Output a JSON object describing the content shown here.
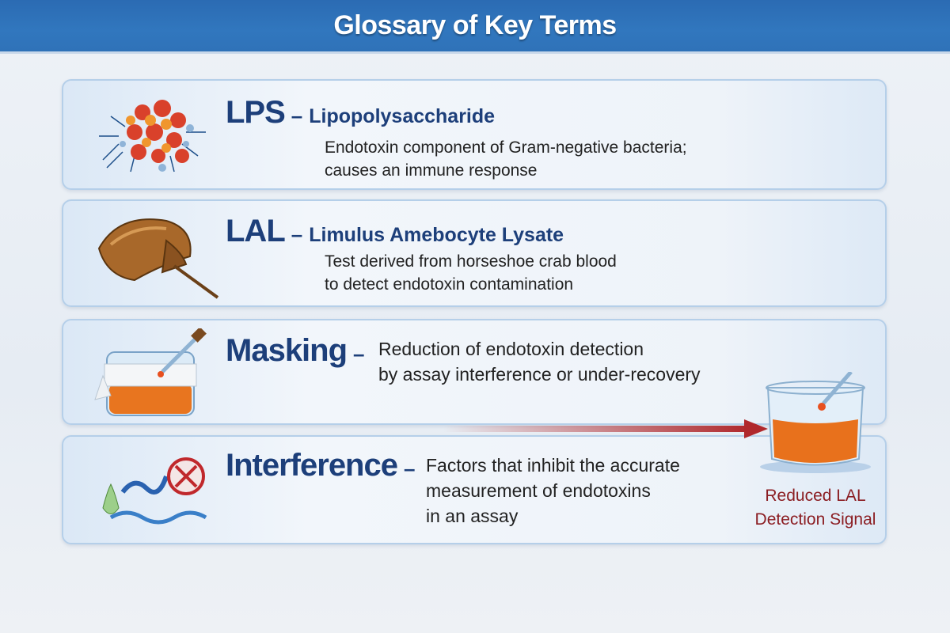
{
  "title": "Glossary of Key Terms",
  "terms": [
    {
      "abbr": "LPS",
      "dash": "–",
      "full": "Lipopolysaccharide",
      "desc": [
        "Endotoxin component of Gram-negative bacteria;",
        "causes an immune response"
      ],
      "icon": "lps-molecule-icon"
    },
    {
      "abbr": "LAL",
      "dash": "–",
      "full": "Limulus Amebocyte Lysate",
      "desc": [
        "Test derived from horseshoe crab blood",
        "to detect endotoxin contamination"
      ],
      "icon": "horseshoe-crab-icon"
    },
    {
      "abbr": "Masking",
      "dash": "–",
      "desc": [
        "Reduction of endotoxin detection",
        "by assay interference or under-recovery"
      ],
      "icon": "wrapped-beaker-icon"
    },
    {
      "abbr": "Interference",
      "dash": "–",
      "desc": [
        "Factors that inhibit the accurate",
        "measurement of endotoxins",
        "in an assay"
      ],
      "icon": "interference-icon"
    }
  ],
  "signal": {
    "label_line1": "Reduced LAL",
    "label_line2": "Detection Signal"
  },
  "colors": {
    "banner": "#2f72b8",
    "term": "#1d3f7a",
    "signal": "#8b1d22",
    "arrow": "#b0282c"
  }
}
